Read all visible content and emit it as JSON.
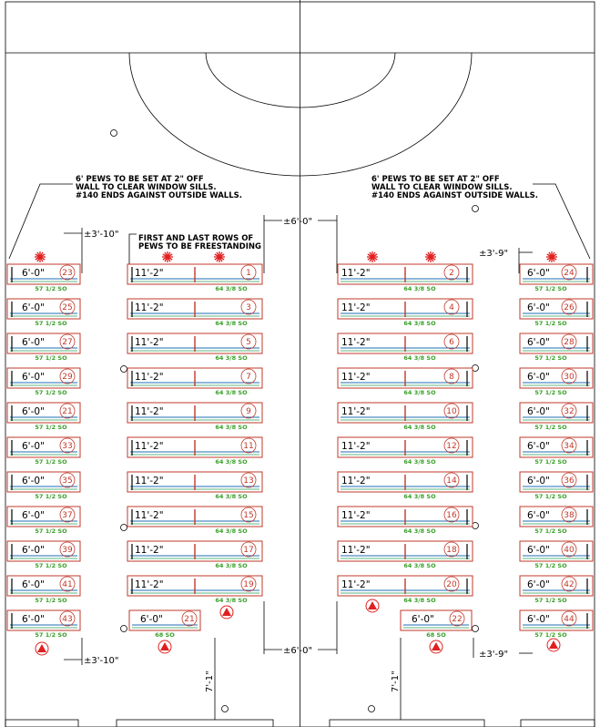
{
  "notes": {
    "left": [
      "6' PEWS TO BE SET AT 2\" OFF",
      "WALL TO CLEAR WINDOW SILLS.",
      "#140 ENDS AGAINST OUTSIDE WALLS."
    ],
    "right": [
      "6' PEWS TO BE SET AT 2\" OFF",
      "WALL TO CLEAR WINDOW SILLS.",
      "#140 ENDS AGAINST OUTSIDE WALLS."
    ],
    "freestanding": [
      "FIRST AND LAST ROWS OF",
      "PEWS TO BE FREESTANDING"
    ]
  },
  "dims": {
    "center_top": "±6'-0\"",
    "center_bottom": "±6'-0\"",
    "left_top": "±3'-10\"",
    "left_bottom": "±3'-10\"",
    "right_top": "±3'-9\"",
    "right_bottom": "±3'-9\"",
    "left_vertical": "7'-1\"",
    "right_vertical": "7'-1\""
  },
  "colors": {
    "pew_outline": "#c0392b",
    "center_line": "#1f6fb5",
    "sqft_text": "#3aa02a",
    "marker": "#e02020"
  },
  "pews": {
    "outer_left": [
      {
        "len": "6'-0\"",
        "num": "23",
        "sqft": "57 1/2 SO"
      },
      {
        "len": "6'-0\"",
        "num": "25",
        "sqft": "57 1/2 SO"
      },
      {
        "len": "6'-0\"",
        "num": "27",
        "sqft": "57 1/2 SO"
      },
      {
        "len": "6'-0\"",
        "num": "29",
        "sqft": "57 1/2 SO"
      },
      {
        "len": "6'-0\"",
        "num": "21",
        "sqft": "57 1/2 SO"
      },
      {
        "len": "6'-0\"",
        "num": "33",
        "sqft": "57 1/2 SO"
      },
      {
        "len": "6'-0\"",
        "num": "35",
        "sqft": "57 1/2 SO"
      },
      {
        "len": "6'-0\"",
        "num": "37",
        "sqft": "57 1/2 SO"
      },
      {
        "len": "6'-0\"",
        "num": "39",
        "sqft": "57 1/2 SO"
      },
      {
        "len": "6'-0\"",
        "num": "41",
        "sqft": "57 1/2 SO"
      },
      {
        "len": "6'-0\"",
        "num": "43",
        "sqft": "57 1/2 SO"
      }
    ],
    "inner_left": [
      {
        "len": "11'-2\"",
        "num": "1",
        "sqft": "64 3/8 SO"
      },
      {
        "len": "11'-2\"",
        "num": "3",
        "sqft": "64 3/8 SO"
      },
      {
        "len": "11'-2\"",
        "num": "5",
        "sqft": "64 3/8 SO"
      },
      {
        "len": "11'-2\"",
        "num": "7",
        "sqft": "64 3/8 SO"
      },
      {
        "len": "11'-2\"",
        "num": "9",
        "sqft": "64 3/8 SO"
      },
      {
        "len": "11'-2\"",
        "num": "11",
        "sqft": "64 3/8 SO"
      },
      {
        "len": "11'-2\"",
        "num": "13",
        "sqft": "64 3/8 SO"
      },
      {
        "len": "11'-2\"",
        "num": "15",
        "sqft": "64 3/8 SO"
      },
      {
        "len": "11'-2\"",
        "num": "17",
        "sqft": "64 3/8 SO"
      },
      {
        "len": "11'-2\"",
        "num": "19",
        "sqft": "64 3/8 SO"
      }
    ],
    "inner_right": [
      {
        "len": "11'-2\"",
        "num": "2",
        "sqft": "64 3/8 SO"
      },
      {
        "len": "11'-2\"",
        "num": "4",
        "sqft": "64 3/8 SO"
      },
      {
        "len": "11'-2\"",
        "num": "6",
        "sqft": "64 3/8 SO"
      },
      {
        "len": "11'-2\"",
        "num": "8",
        "sqft": "64 3/8 SO"
      },
      {
        "len": "11'-2\"",
        "num": "10",
        "sqft": "64 3/8 SO"
      },
      {
        "len": "11'-2\"",
        "num": "12",
        "sqft": "64 3/8 SO"
      },
      {
        "len": "11'-2\"",
        "num": "14",
        "sqft": "64 3/8 SO"
      },
      {
        "len": "11'-2\"",
        "num": "16",
        "sqft": "64 3/8 SO"
      },
      {
        "len": "11'-2\"",
        "num": "18",
        "sqft": "64 3/8 SO"
      },
      {
        "len": "11'-2\"",
        "num": "20",
        "sqft": "64 3/8 SO"
      }
    ],
    "outer_right": [
      {
        "len": "6'-0\"",
        "num": "24",
        "sqft": "57 1/2 SO"
      },
      {
        "len": "6'-0\"",
        "num": "26",
        "sqft": "57 1/2 SO"
      },
      {
        "len": "6'-0\"",
        "num": "28",
        "sqft": "57 1/2 SO"
      },
      {
        "len": "6'-0\"",
        "num": "30",
        "sqft": "57 1/2 SO"
      },
      {
        "len": "6'-0\"",
        "num": "32",
        "sqft": "57 1/2 SO"
      },
      {
        "len": "6'-0\"",
        "num": "34",
        "sqft": "57 1/2 SO"
      },
      {
        "len": "6'-0\"",
        "num": "36",
        "sqft": "57 1/2 SO"
      },
      {
        "len": "6'-0\"",
        "num": "38",
        "sqft": "57 1/2 SO"
      },
      {
        "len": "6'-0\"",
        "num": "40",
        "sqft": "57 1/2 SO"
      },
      {
        "len": "6'-0\"",
        "num": "42",
        "sqft": "57 1/2 SO"
      },
      {
        "len": "6'-0\"",
        "num": "44",
        "sqft": "57 1/2 SO"
      }
    ],
    "short_left": {
      "len": "6'-0\"",
      "num": "21",
      "sqft": "68 SO"
    },
    "short_right": {
      "len": "6'-0\"",
      "num": "22",
      "sqft": "68 SO"
    }
  }
}
